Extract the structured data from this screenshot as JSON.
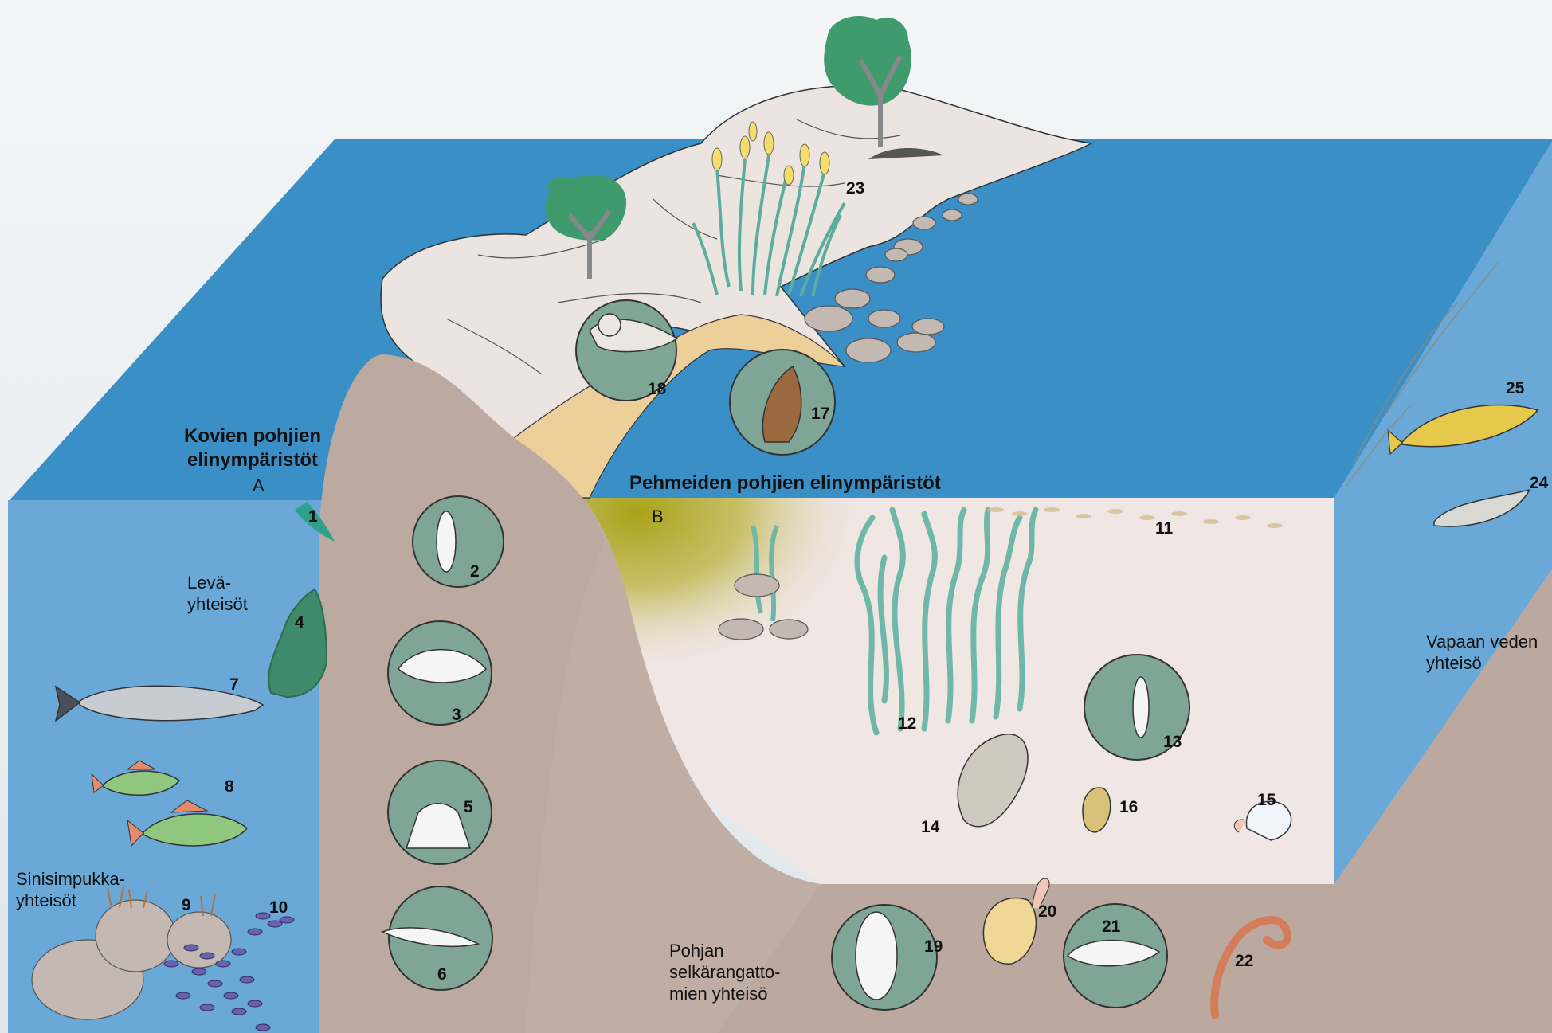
{
  "section_labels": {
    "hard_bottom_line1": "Kovien pohjien",
    "hard_bottom_line2": "elinympäristöt",
    "hard_bottom_letter": "A",
    "soft_bottom": "Pehmeiden pohjien elinympäristöt",
    "soft_bottom_letter": "B"
  },
  "community_labels": {
    "algae_line1": "Levä-",
    "algae_line2": "yhteisöt",
    "mussel_line1": "Sinisimpukka-",
    "mussel_line2": "yhteisöt",
    "invertebrate_line1": "Pohjan",
    "invertebrate_line2": "selkärangatto-",
    "invertebrate_line3": "mien yhteisö",
    "open_water_line1": "Vapaan veden",
    "open_water_line2": "yhteisö"
  },
  "numbers": [
    "1",
    "2",
    "3",
    "4",
    "5",
    "6",
    "7",
    "8",
    "9",
    "10",
    "11",
    "12",
    "13",
    "14",
    "15",
    "16",
    "17",
    "18",
    "19",
    "20",
    "21",
    "22",
    "23",
    "24",
    "25"
  ],
  "colors": {
    "water_surface": "#3a8fc6",
    "water_side": "#6aa8d8",
    "sediment": "#c0aea5",
    "soft_bottom_bg": "#f0e6e4",
    "rock": "#ece4e0",
    "circle_fill": "#7fa596",
    "seagrass": "#6fb8a8",
    "tree": "#3f9a6e"
  }
}
